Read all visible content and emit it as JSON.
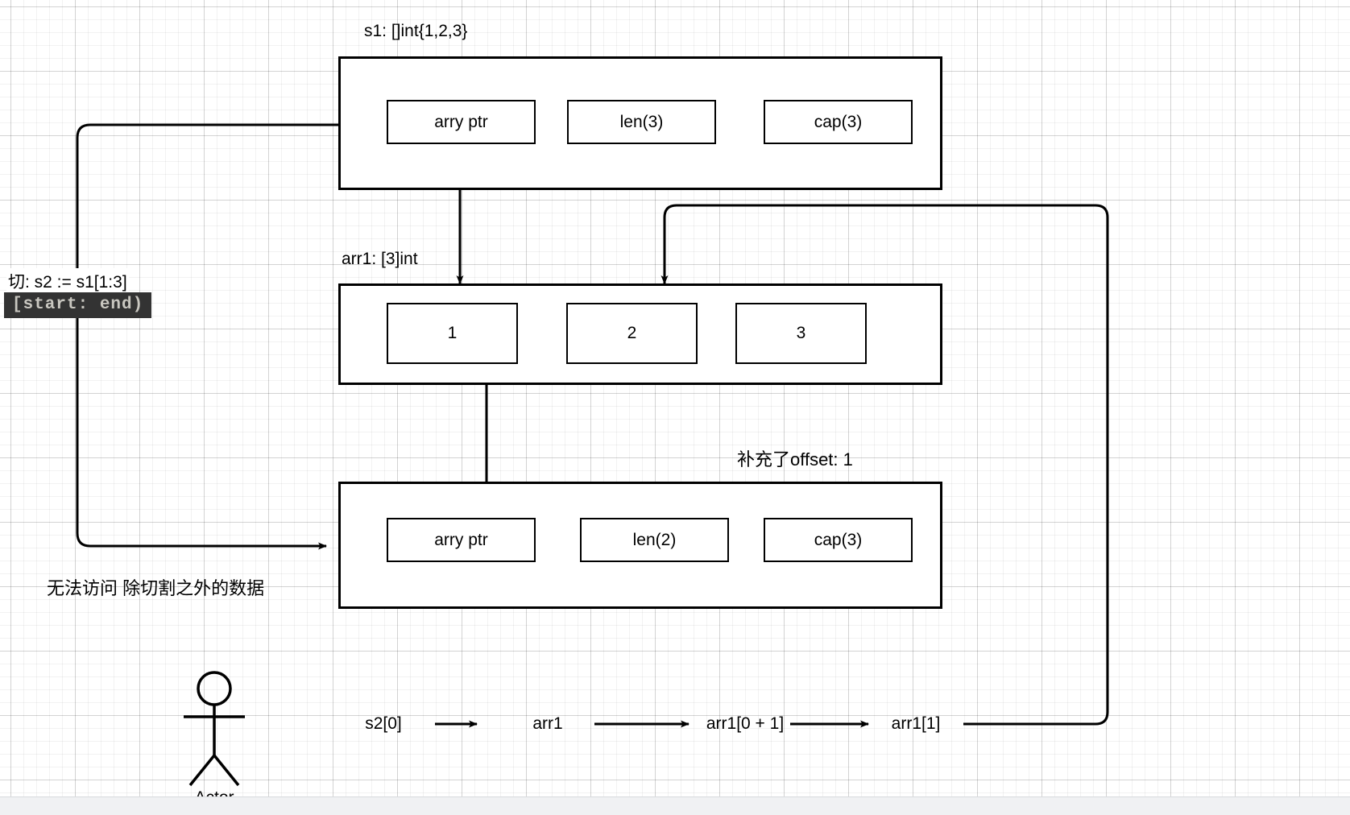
{
  "diagram": {
    "title_s1": "s1: []int{1,2,3}",
    "title_arr1": "arr1: [3]int",
    "title_offset": "补充了offset: 1",
    "slice_note": "切:  s2 := s1[1:3]",
    "code_chip": "[start: end)",
    "access_note": "无法访问 除切割之外的数据",
    "actor_label": "Actor"
  },
  "s1_struct": {
    "cells": [
      {
        "label": "arry ptr"
      },
      {
        "label": "len(3)"
      },
      {
        "label": "cap(3)"
      }
    ]
  },
  "arr1_struct": {
    "cells": [
      {
        "label": "1"
      },
      {
        "label": "2"
      },
      {
        "label": "3"
      }
    ]
  },
  "s2_struct": {
    "cells": [
      {
        "label": "arry ptr"
      },
      {
        "label": "len(2)"
      },
      {
        "label": "cap(3)"
      }
    ]
  },
  "chain": {
    "nodes": [
      {
        "label": "s2[0]"
      },
      {
        "label": "arr1"
      },
      {
        "label": "arr1[0 + 1]"
      },
      {
        "label": "arr1[1]"
      }
    ]
  },
  "colors": {
    "stroke": "#000000",
    "grid_major": "#d5d5d5",
    "grid_minor": "#efefef",
    "code_bg": "#333333",
    "code_fg": "#c9c7c0"
  }
}
